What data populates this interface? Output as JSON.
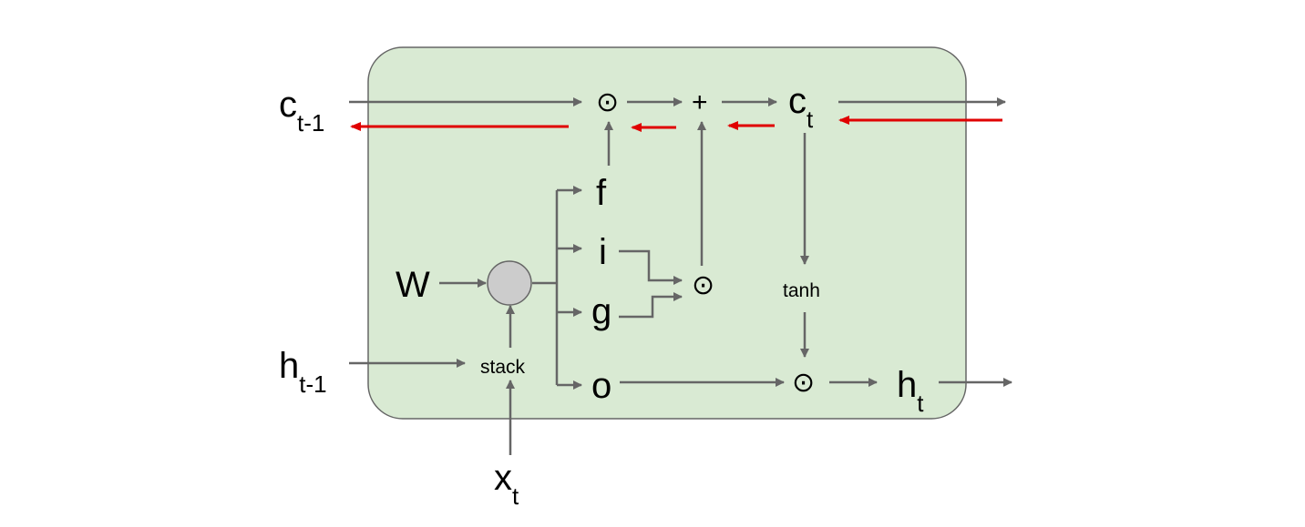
{
  "diagram": {
    "inputs": {
      "c_prev": {
        "base": "c",
        "sub": "t-1"
      },
      "h_prev": {
        "base": "h",
        "sub": "t-1"
      },
      "x_t": {
        "base": "x",
        "sub": "t"
      },
      "weights": "W"
    },
    "outputs": {
      "c_t": {
        "base": "c",
        "sub": "t"
      },
      "h_t": {
        "base": "h",
        "sub": "t"
      }
    },
    "gates": {
      "f": "f",
      "i": "i",
      "g": "g",
      "o": "o"
    },
    "operations": {
      "stack": "stack",
      "tanh": "tanh",
      "mul_symbol": "⊙",
      "add_symbol": "+"
    },
    "colors": {
      "cell_fill": "#d9ead3",
      "cell_stroke": "#666666",
      "forward_arrow": "#666666",
      "backward_arrow": "#e00000",
      "matmul_node": "#cccccc"
    }
  }
}
